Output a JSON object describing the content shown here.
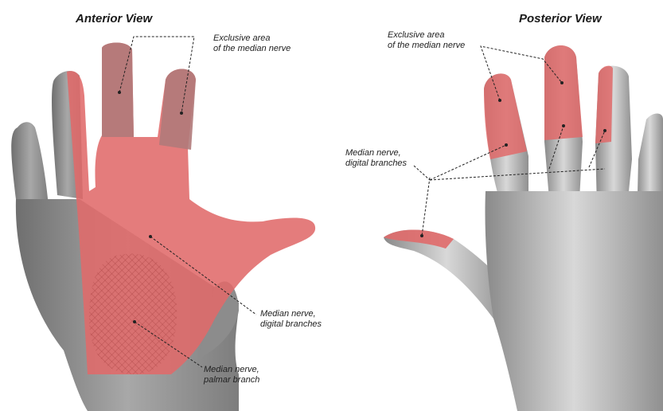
{
  "anterior": {
    "title": "Anterior View",
    "labels": {
      "exclusive": [
        "Exclusive area",
        "of the median nerve"
      ],
      "digital": [
        "Median nerve,",
        "digital branches"
      ],
      "palmar": [
        "Median nerve,",
        "palmar branch"
      ]
    }
  },
  "posterior": {
    "title": "Posterior View",
    "labels": {
      "exclusive": [
        "Exclusive area",
        "of the median nerve"
      ],
      "digital": [
        "Median nerve,",
        "digital branches"
      ]
    }
  },
  "colors": {
    "skin": "#9a9a9a",
    "skin_light": "#c9c9c9",
    "median_area": "#e06a6a",
    "exclusive_area": "#b98080",
    "palmar_hatch": "#c45050",
    "leader": "#222222"
  }
}
